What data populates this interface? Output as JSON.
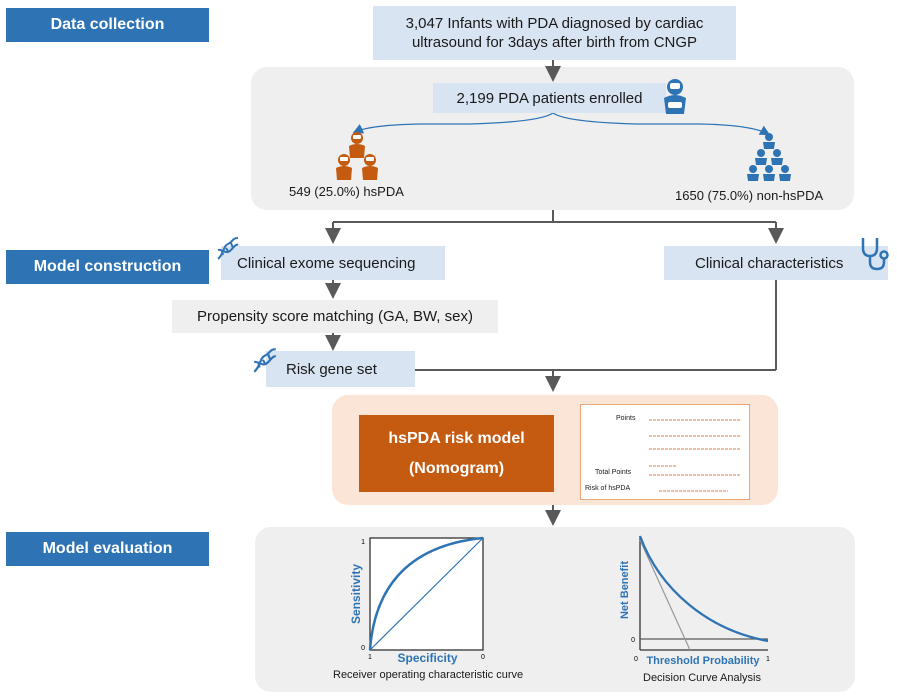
{
  "stages": {
    "data_collection": "Data collection",
    "model_construction": "Model construction",
    "model_evaluation": "Model evaluation"
  },
  "cohort": {
    "line1": "3,047 Infants with PDA diagnosed by cardiac",
    "line2": "ultrasound for 3days after birth  from CNGP"
  },
  "enrolled": "2,199 PDA patients enrolled",
  "hspda": "549 (25.0%) hsPDA",
  "non_hspda": "1650 (75.0%) non-hsPDA",
  "construction": {
    "exome": "Clinical exome sequencing",
    "clinical": "Clinical characteristics",
    "psm": "Propensity score matching (GA, BW, sex)",
    "risk_gene": "Risk gene set"
  },
  "model": {
    "title_line1": "hsPDA risk model",
    "title_line2": "(Nomogram)",
    "nomogram_labels": {
      "points": "Points",
      "total_points": "Total Points",
      "risk": "Risk of hsPDA"
    }
  },
  "evaluation": {
    "roc": {
      "ylabel": "Sensitivity",
      "xlabel": "Specificity",
      "caption": "Receiver operating characteristic curve",
      "y_top": "1",
      "y_bottom": "0",
      "x_left": "1",
      "x_right": "0"
    },
    "dca": {
      "ylabel": "Net Benefit",
      "xlabel": "Threshold Probability",
      "caption": "Decision Curve Analysis",
      "y_zero": "0",
      "x_left": "0",
      "x_right": "1"
    }
  },
  "colors": {
    "stage_blue": "#2e74b5",
    "box_blue": "#d9e4f2",
    "panel_grey": "#efefef",
    "model_orange": "#c55a11",
    "model_bg": "#fbe5d6",
    "hs_orange": "#c55a11",
    "non_blue": "#2e74b5",
    "curve_blue": "#2e74b5"
  }
}
